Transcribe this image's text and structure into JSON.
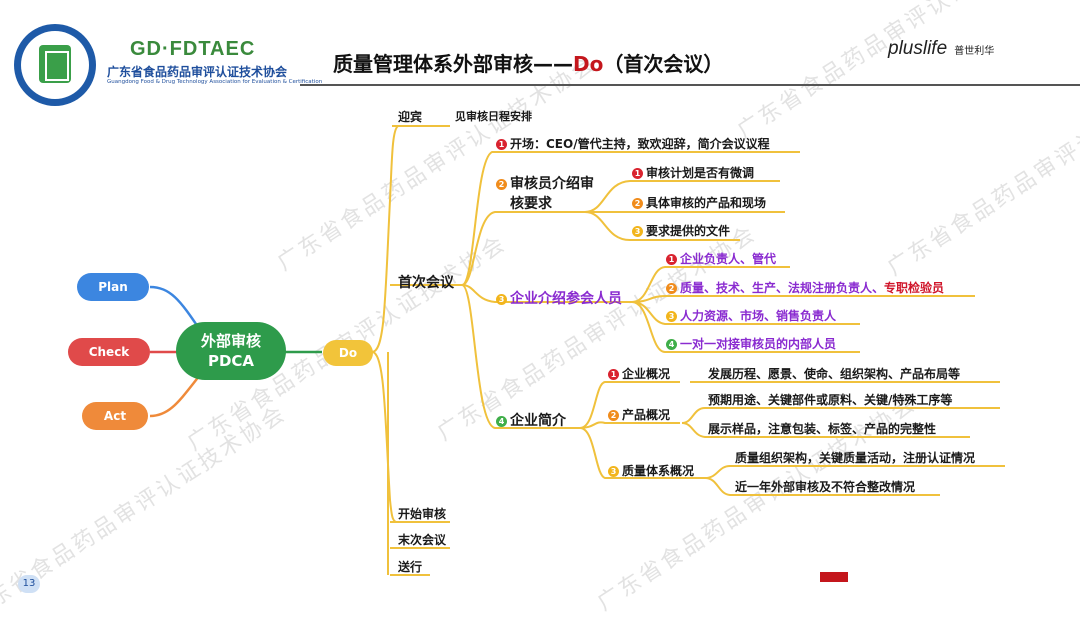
{
  "header": {
    "org_abbr": "GD·FDTAEC",
    "org_name_cn": "广东省食品药品审评认证技术协会",
    "org_name_en": "Guangdong Food & Drug Technology Association for Evaluation & Certification",
    "title_pre": "质量管理体系外部审核——",
    "title_do": "Do",
    "title_post": "（首次会议）",
    "brand_en": "pluslife",
    "brand_cn": "普世利华"
  },
  "colors": {
    "accent_red": "#c4161c",
    "plan": "#3c86e0",
    "check": "#e04a4a",
    "act": "#ef8a3a",
    "center": "#2e9b4b",
    "do": "#f2c43a",
    "branch": "#f0c13c",
    "purple": "#8a2bd0"
  },
  "pdca": {
    "plan": "Plan",
    "check": "Check",
    "act": "Act",
    "center_line1": "外部审核",
    "center_line2": "PDCA",
    "do": "Do"
  },
  "tree": {
    "welcome": "迎宾",
    "welcome_note": "见审核日程安排",
    "first_meeting": "首次会议",
    "opening_num": "1",
    "opening": "开场：CEO/管代主持，致欢迎辞，简介会议议程",
    "auditor_num": "2",
    "auditor_line1": "审核员介绍审",
    "auditor_line2": "核要求",
    "auditor_items": [
      {
        "num": "1",
        "text": "审核计划是否有微调"
      },
      {
        "num": "2",
        "text": "具体审核的产品和现场"
      },
      {
        "num": "3",
        "text": "要求提供的文件"
      }
    ],
    "company_num": "3",
    "company_intro": "企业介绍参会人员",
    "company_items": [
      {
        "num": "1",
        "text": "企业负责人、管代",
        "red": ""
      },
      {
        "num": "2",
        "text": "质量、技术、生产、法规注册负责人、",
        "red": "专职检验员"
      },
      {
        "num": "3",
        "text": "人力资源、市场、销售负责人",
        "red": ""
      },
      {
        "num": "4",
        "text": "一对一对接审核员的内部人员",
        "red": ""
      }
    ],
    "brief_num": "4",
    "brief": "企业简介",
    "brief_items": [
      {
        "num": "1",
        "label": "企业概况",
        "details": [
          "发展历程、愿景、使命、组织架构、产品布局等"
        ]
      },
      {
        "num": "2",
        "label": "产品概况",
        "details": [
          "预期用途、关键部件或原料、关键/特殊工序等",
          "展示样品，注意包装、标签、产品的完整性"
        ]
      },
      {
        "num": "3",
        "label": "质量体系概况",
        "details": [
          "质量组织架构，关键质量活动，注册认证情况",
          "近一年外部审核及不符合整改情况"
        ]
      }
    ],
    "start_audit": "开始审核",
    "last_meeting": "末次会议",
    "farewell": "送行"
  },
  "watermark": "广东省食品药品审评认证技术协会",
  "page_number": "13"
}
